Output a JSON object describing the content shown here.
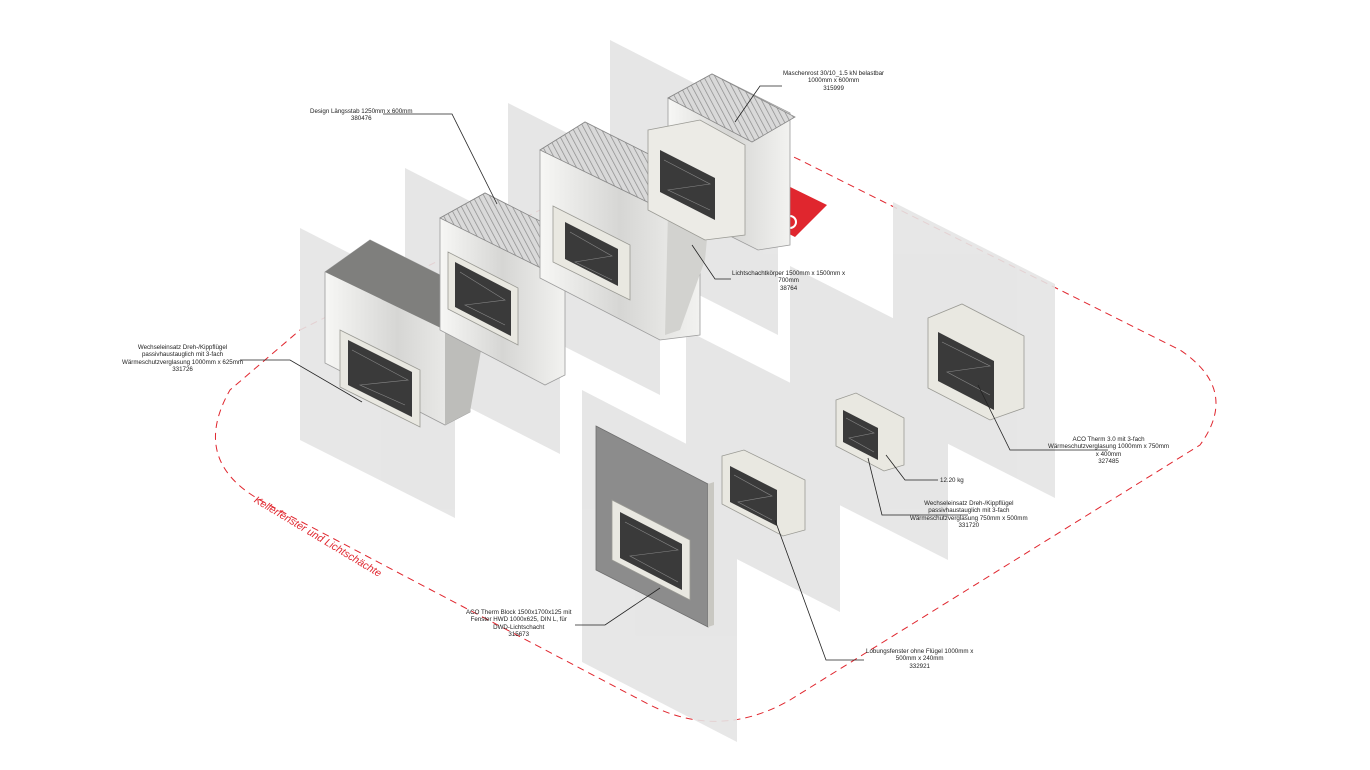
{
  "zone_title": "Kellerfenster und Lichtschächte",
  "colors": {
    "accent_red": "#e0262e",
    "wall_panel": "#e6e6e6",
    "frame": "#e4e3dc",
    "glass": "#3a3a3a",
    "grate": "#c9c9c9",
    "concrete": "#8d8d8d"
  },
  "labels": {
    "maschenrost": {
      "lines": [
        "Maschenrost 30/10_1.5 kN belastbar",
        "1000mm x 600mm",
        "315999"
      ]
    },
    "design_laengsstab": {
      "lines": [
        "Design Längsstab 1250mm x 600mm",
        "380476"
      ]
    },
    "lichtschachtkoerper": {
      "lines": [
        "Lichtschachtkörper 1500mm x 1500mm x",
        "700mm",
        "38764"
      ]
    },
    "wechseleinsatz_1000": {
      "lines": [
        "Wechseleinsatz Dreh-/Kippflügel",
        "passivhaustauglich mit 3-fach",
        "Wärmeschutzverglasung 1000mm x 625mm",
        "331726"
      ]
    },
    "aco_therm_30": {
      "lines": [
        "ACO Therm 3.0 mit 3-fach",
        "Wärmeschutzverglasung 1000mm x 750mm",
        "x 400mm",
        "327485"
      ]
    },
    "weight": {
      "lines": [
        "12.20 kg"
      ]
    },
    "wechseleinsatz_750": {
      "lines": [
        "Wechseleinsatz Dreh-/Kippflügel",
        "passivhaustauglich mit 3-fach",
        "Wärmeschutzverglasung 750mm x 500mm",
        "331720"
      ]
    },
    "aco_therm_block": {
      "lines": [
        "ACO Therm Block 1500x1700x125 mit",
        "Fenster HWD 1000x625, DIN L, für",
        "DWD-Lichtschacht",
        "315673"
      ]
    },
    "lueftungsfenster": {
      "lines": [
        "Lobungsfenster ohne Flügel 1000mm x",
        "500mm x 240mm",
        "332921"
      ]
    }
  }
}
